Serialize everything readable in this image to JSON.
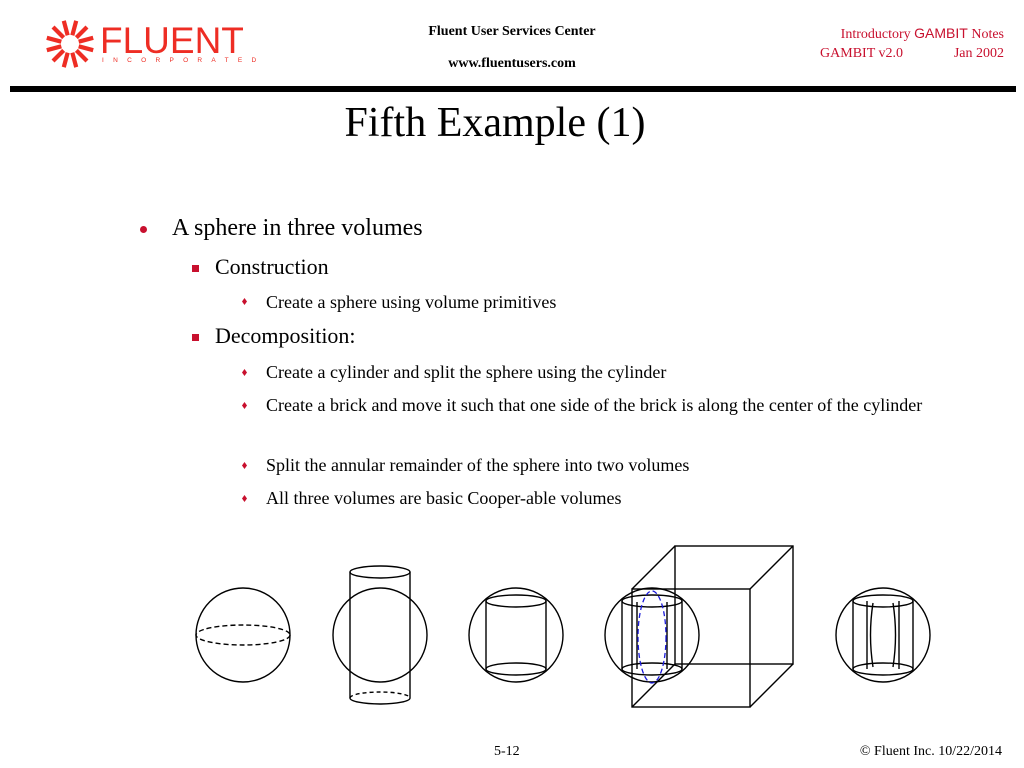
{
  "header": {
    "logo_text": "FLUENT",
    "logo_sub": "INCORPORATED",
    "center_line1": "Fluent User Services Center",
    "center_line2": "www.fluentusers.com",
    "right_line1_a": "Introductory",
    "right_line1_b": "GAMBIT",
    "right_line1_c": "Notes",
    "right_version": "GAMBIT v2.0",
    "right_date": "Jan 2002"
  },
  "title": "Fifth Example (1)",
  "bullets": {
    "main": "A sphere in three volumes",
    "construction": "Construction",
    "construction_items": [
      "Create a sphere using volume primitives"
    ],
    "decomposition": "Decomposition:",
    "decomposition_items": [
      "Create a cylinder and split the sphere using the cylinder",
      "Create a brick and move it such that one side of the brick is along the center of the cylinder",
      "Split the annular remainder of the sphere into two volumes",
      "All three volumes are basic Cooper-able volumes"
    ]
  },
  "footer": {
    "page": "5-12",
    "copyright": "© Fluent Inc. 10/22/2014"
  },
  "colors": {
    "brand_red": "#ee2d24",
    "bullet_red": "#c8102e",
    "highlight_blue": "#1a1adb"
  }
}
